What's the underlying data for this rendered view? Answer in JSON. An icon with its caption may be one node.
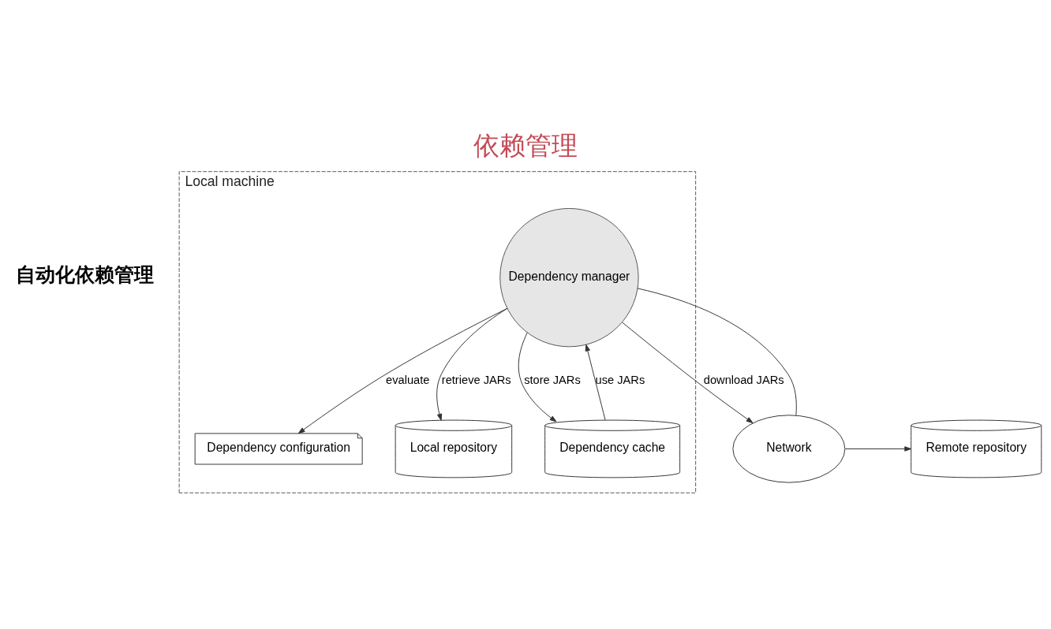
{
  "diagram": {
    "title": "依赖管理",
    "nodes": [
      {
        "text": [
          "Local machine"
        ]
      },
      {
        "text": [
          "Dependency manager"
        ],
        "in": 0
      },
      {
        "text": [
          "Dependency configuration"
        ],
        "in": 0
      },
      {
        "text": [
          "Network"
        ]
      },
      {
        "text": [
          "Remote repository"
        ]
      },
      {
        "text": [
          "Local repository"
        ],
        "in": 0
      },
      {
        "text": [
          "Dependency cache"
        ],
        "in": 0
      }
    ],
    "edges": [
      {
        "from": 1,
        "to": 2,
        "arrow": "to",
        "label": "evaluate"
      },
      {
        "from": 1,
        "to": 3,
        "arrow": "to",
        "label": "download JARs"
      },
      {
        "from": 1,
        "to": 3,
        "arrow": "none"
      },
      {
        "from": 3,
        "to": 4,
        "arrow": "to"
      },
      {
        "from": 1,
        "to": 5,
        "arrow": "to",
        "label": "retrieve JARs"
      },
      {
        "from": 1,
        "to": 6,
        "arrow": "to",
        "label": "store JARs"
      },
      {
        "from": 6,
        "to": 1,
        "arrow": "to",
        "label": "use JARs"
      }
    ],
    "labels": [
      "自动化依赖管理"
    ]
  }
}
